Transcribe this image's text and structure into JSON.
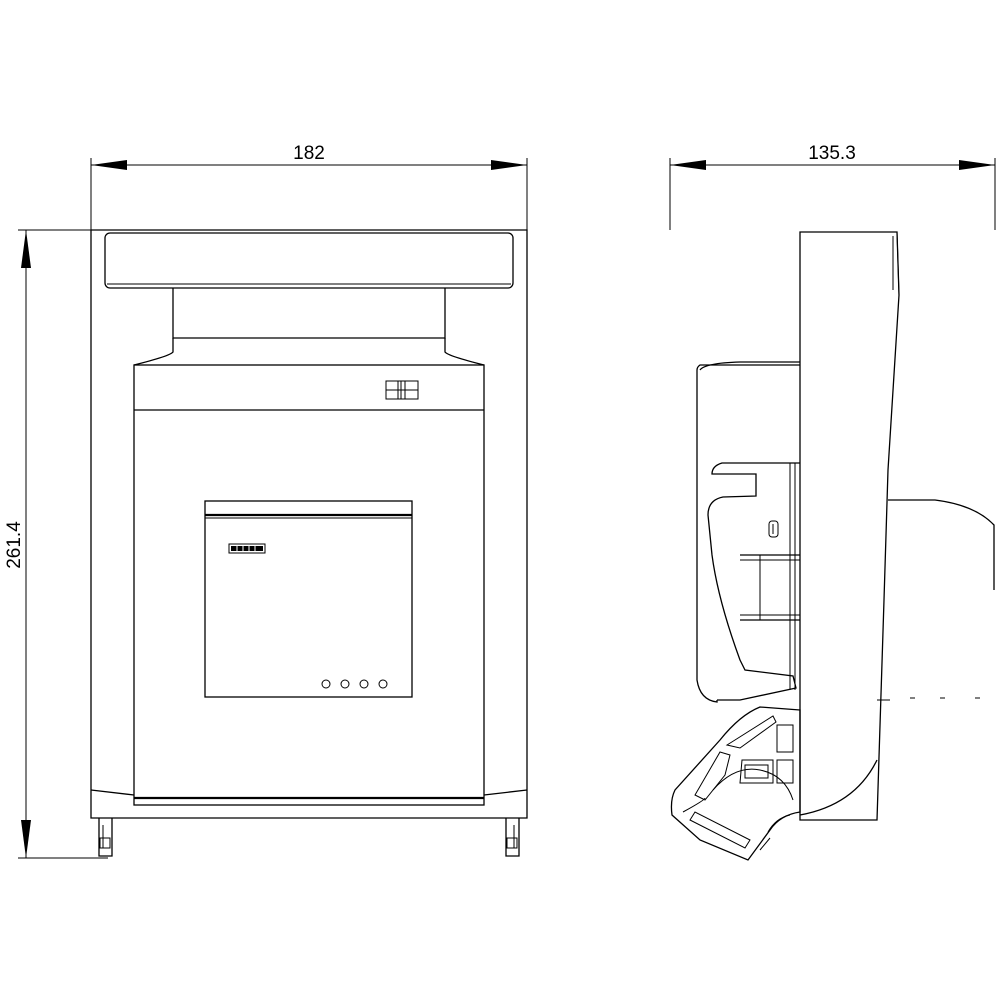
{
  "dimensions": {
    "front_width": "182",
    "front_height": "261.4",
    "side_depth": "135.3"
  },
  "colors": {
    "line": "#000000",
    "background": "#ffffff"
  }
}
